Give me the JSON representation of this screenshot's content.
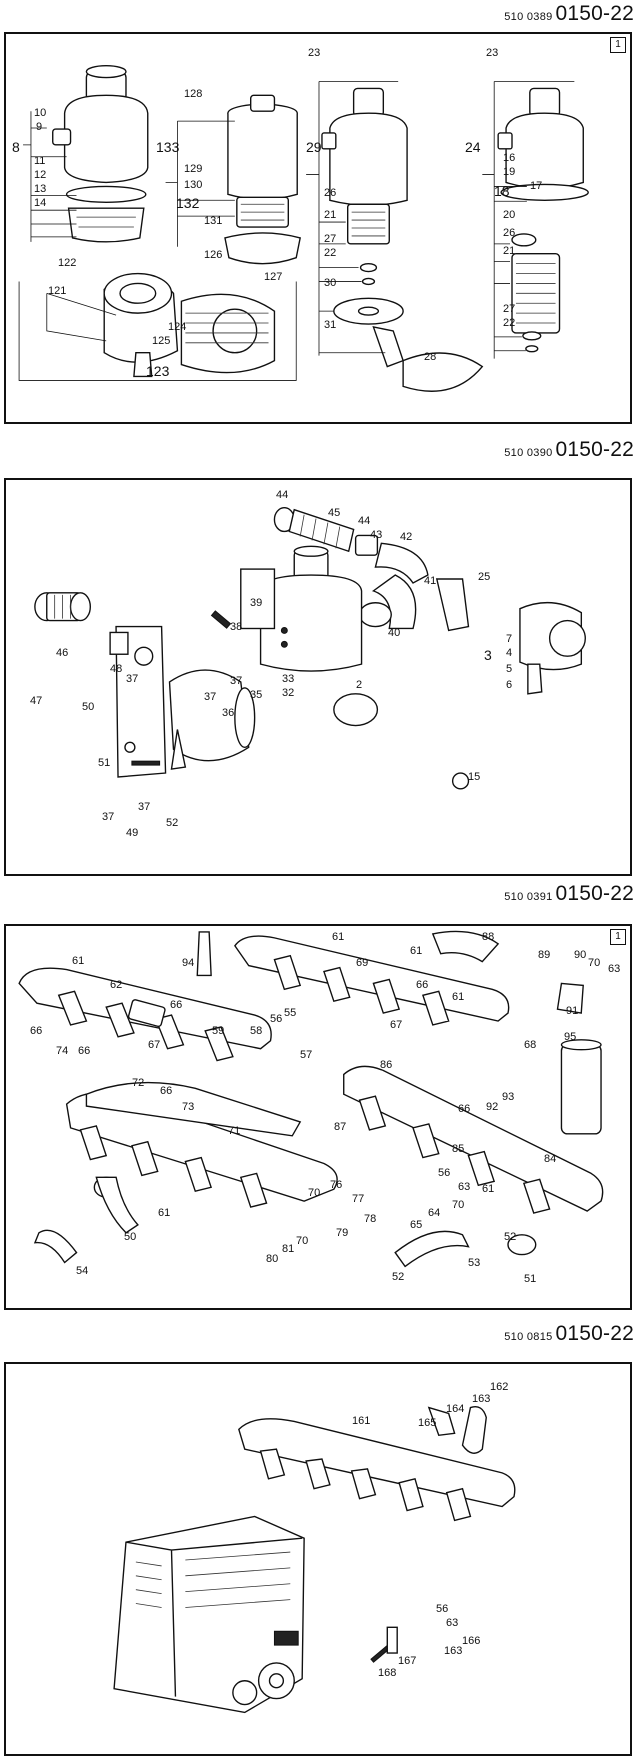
{
  "panels": [
    {
      "ref_small": "510 0389",
      "ref_big": "0150-22",
      "sheet": "1",
      "labels": [
        "23",
        "23",
        "128",
        "133",
        "129",
        "130",
        "132",
        "131",
        "8",
        "10",
        "9",
        "11",
        "12",
        "13",
        "14",
        "29",
        "24",
        "16",
        "19",
        "17",
        "18",
        "20",
        "26",
        "21",
        "27",
        "22",
        "30",
        "31",
        "28",
        "21",
        "26",
        "27",
        "22",
        "122",
        "121",
        "126",
        "127",
        "124",
        "125",
        "123"
      ]
    },
    {
      "ref_small": "510 0390",
      "ref_big": "0150-22",
      "labels": [
        "44",
        "45",
        "44",
        "43",
        "42",
        "41",
        "40",
        "39",
        "38",
        "46",
        "48",
        "37",
        "47",
        "50",
        "37",
        "37",
        "33",
        "32",
        "35",
        "36",
        "25",
        "7",
        "4",
        "5",
        "6",
        "3",
        "2",
        "51",
        "15",
        "37",
        "37",
        "49",
        "52"
      ]
    },
    {
      "ref_small": "510 0391",
      "ref_big": "0150-22",
      "sheet": "1",
      "labels": [
        "61",
        "94",
        "61",
        "69",
        "61",
        "88",
        "89",
        "90",
        "70",
        "63",
        "62",
        "66",
        "66",
        "67",
        "59",
        "58",
        "56",
        "55",
        "57",
        "67",
        "61",
        "68",
        "91",
        "95",
        "66",
        "74",
        "66",
        "72",
        "66",
        "73",
        "71",
        "86",
        "93",
        "92",
        "87",
        "66",
        "85",
        "84",
        "61",
        "76",
        "70",
        "77",
        "78",
        "79",
        "80",
        "81",
        "70",
        "56",
        "63",
        "70",
        "64",
        "65",
        "52",
        "53",
        "52",
        "51",
        "50",
        "54",
        "61"
      ]
    },
    {
      "ref_small": "510 0815",
      "ref_big": "0150-22",
      "labels": [
        "162",
        "163",
        "164",
        "165",
        "161",
        "56",
        "63",
        "166",
        "163",
        "167",
        "168"
      ]
    }
  ]
}
